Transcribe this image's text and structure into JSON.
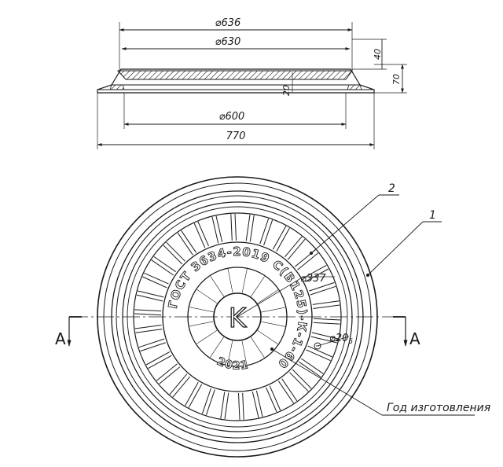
{
  "dimensions": {
    "d636": "⌀636",
    "d630": "⌀630",
    "d600": "⌀600",
    "w770": "770",
    "h40": "40",
    "h70": "70",
    "h20": "20",
    "d337": "⌀337",
    "d20_5": "⌀20",
    "d20_5_sub": "5"
  },
  "plan": {
    "center_letter": "K",
    "ring_text_outer": "ГОСТ 3634-2019 С(В125)-К-1-60",
    "ring_text_inner": "2021",
    "rib_count": 34
  },
  "labels": {
    "part_1": "1",
    "part_2": "2",
    "section_left": "A",
    "section_right": "A",
    "year_label": "Год изготовления"
  },
  "colors": {
    "ink": "#1a1a1a",
    "paper": "#ffffff"
  }
}
